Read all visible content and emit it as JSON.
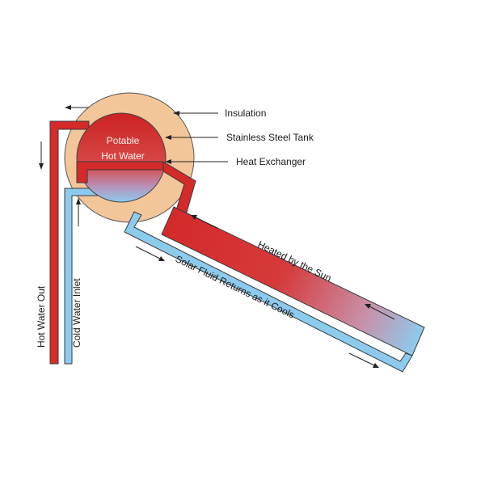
{
  "labels": {
    "insulation": "Insulation",
    "tank": "Stainless Steel Tank",
    "heat_exchanger": "Heat Exchanger",
    "potable_line1": "Potable",
    "potable_line2": "Hot Water",
    "hot_water_out": "Hot Water Out",
    "cold_water_inlet": "Cold Water Inlet",
    "heated_by_sun": "Heated by the Sun",
    "solar_fluid_returns": "Solar Fluid Returns as it Cools"
  },
  "colors": {
    "hot": "#d42a2a",
    "cold": "#8ccbed",
    "insulation": "#f3c69a",
    "background": "#ffffff"
  }
}
